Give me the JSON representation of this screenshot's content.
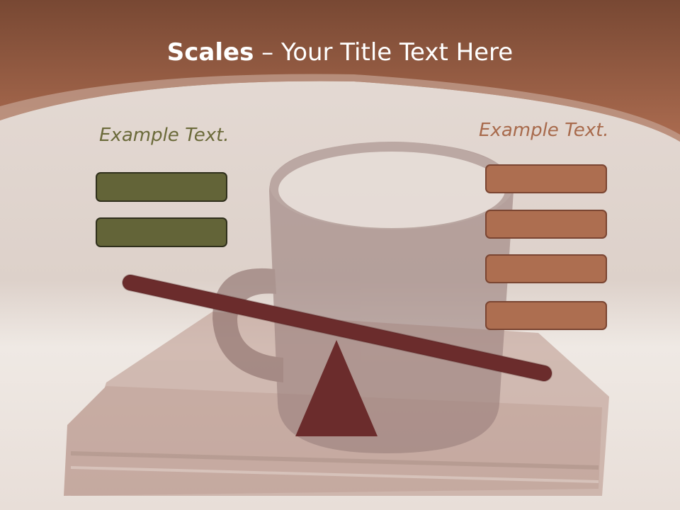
{
  "title": {
    "bold": "Scales",
    "rest": " – Your Title Text Here"
  },
  "left": {
    "label": "Example Text.",
    "box_count": 2
  },
  "right": {
    "label": "Example Text.",
    "box_count": 4
  },
  "colors": {
    "header_top": "#7a4a36",
    "header_bottom": "#a9694e",
    "left_label": "#6b6a3a",
    "left_box": "#636438",
    "right_label": "#a86a4c",
    "right_box": "#ad6e50",
    "beam": "#6b2c2c"
  }
}
